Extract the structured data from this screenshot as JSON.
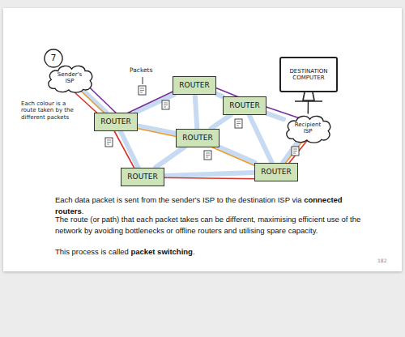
{
  "diagram": {
    "nodes": [
      {
        "text": [
          "7"
        ]
      },
      {
        "text": [
          "Sender's ISP"
        ]
      },
      {
        "text": [
          "DESTINATION COMPUTER"
        ]
      },
      {
        "text": [
          "ROUTER"
        ]
      },
      {
        "text": [
          "ROUTER"
        ]
      },
      {
        "text": [
          "ROUTER"
        ]
      },
      {
        "text": [
          "Recipient ISP"
        ]
      },
      {
        "text": [
          "ROUTER"
        ]
      },
      {
        "text": [
          "ROUTER"
        ]
      },
      {
        "text": [
          "ROUTER"
        ]
      }
    ],
    "edges": [
      {
        "from": 1,
        "to": 4,
        "arrow": "none"
      },
      {
        "from": 4,
        "to": 3,
        "arrow": "none"
      },
      {
        "from": 4,
        "to": 7,
        "arrow": "none"
      },
      {
        "from": 4,
        "to": 9,
        "arrow": "none"
      },
      {
        "from": 3,
        "to": 5,
        "arrow": "none"
      },
      {
        "from": 3,
        "to": 7,
        "arrow": "none"
      },
      {
        "from": 5,
        "to": 7,
        "arrow": "none"
      },
      {
        "from": 5,
        "to": 8,
        "arrow": "none"
      },
      {
        "from": 7,
        "to": 9,
        "arrow": "none"
      },
      {
        "from": 7,
        "to": 8,
        "arrow": "none"
      },
      {
        "from": 9,
        "to": 8,
        "arrow": "none"
      },
      {
        "from": 8,
        "to": 6,
        "arrow": "none"
      },
      {
        "from": 5,
        "to": 6,
        "arrow": "none"
      },
      {
        "from": 6,
        "to": 2,
        "arrow": "none"
      }
    ],
    "labels": [
      "Packets",
      "Each colour is a route taken by the different packets",
      "Each data packet is sent from the sender's ISP to the destination ISP via",
      "connected routers",
      ".",
      "The route (or path) that each packet takes can be different, maximising efficient use of the network by avoiding bottlenecks or offline routers and utilising spare capacity.",
      "This process is called",
      "packet switching",
      ".",
      "182"
    ]
  }
}
